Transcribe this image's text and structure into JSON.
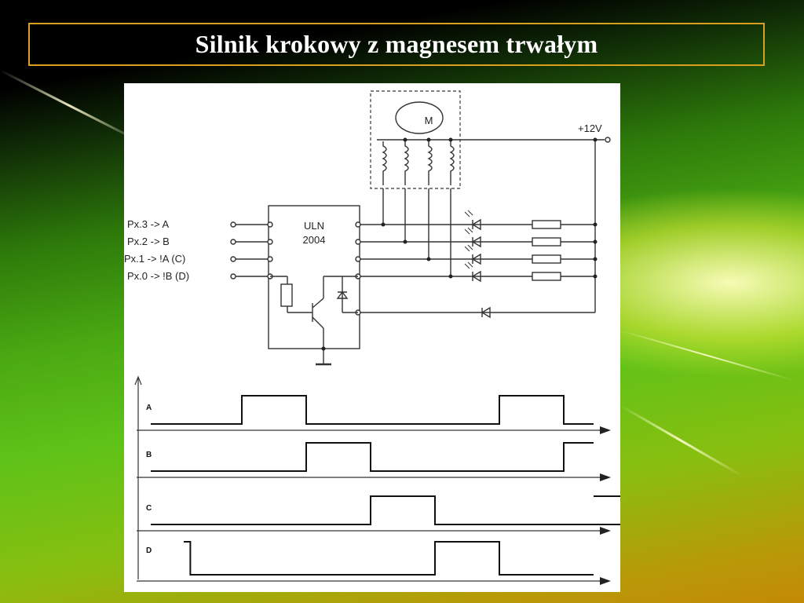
{
  "slide": {
    "title": "Silnik krokowy z magnesem trwałym"
  },
  "circuit": {
    "motor_label": "M",
    "supply_label": "+12V",
    "ic_label_line1": "ULN",
    "ic_label_line2": "2004",
    "inputs": [
      "Px.3 -> A",
      "Px.2 -> B",
      "Px.1 -> !A (C)",
      "Px.0 -> !B (D)"
    ]
  },
  "timing": {
    "signals": [
      {
        "name": "A",
        "pulses": [
          [
            1,
            2
          ],
          [
            5,
            6
          ]
        ]
      },
      {
        "name": "B",
        "pulses": [
          [
            2,
            3
          ],
          [
            6,
            7
          ]
        ]
      },
      {
        "name": "C",
        "pulses": [
          [
            3,
            4
          ],
          [
            7,
            7.5
          ]
        ]
      },
      {
        "name": "D",
        "pulses": [
          [
            0,
            0.2
          ],
          [
            4,
            5
          ]
        ]
      }
    ]
  },
  "colors": {
    "title_border": "#d9a020",
    "title_text": "#ffffff",
    "wire": "#333333"
  }
}
